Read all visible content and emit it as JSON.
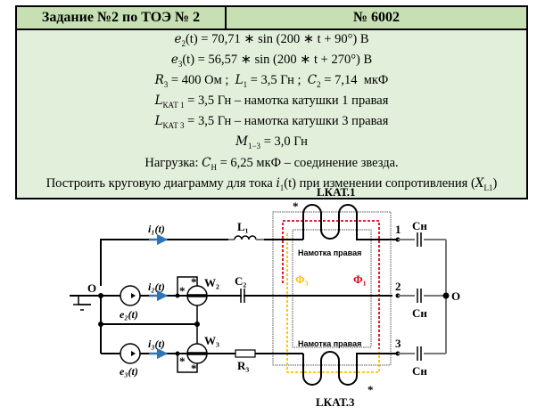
{
  "header": {
    "title": "Задание №2 по ТОЭ № 2",
    "variant": "№ 6002"
  },
  "conditions": {
    "e2": {
      "name": "e",
      "sub": "2",
      "expr": "(t) = 70,71 ∗ sin (200 ∗ t + 90°) В"
    },
    "e3": {
      "name": "e",
      "sub": "3",
      "expr": "(t) = 56,57 ∗ sin (200 ∗ t + 270°) В"
    },
    "params": {
      "r3_name": "R",
      "r3_sub": "3",
      "r3_val": " = 400 Ом ;  ",
      "l1_name": "L",
      "l1_sub": "1",
      "l1_val": " = 3,5 Гн ;  ",
      "c2_name": "C",
      "c2_sub": "2",
      "c2_val": " = 7,14  мкФ"
    },
    "lkat1": {
      "name": "L",
      "sub": "КАТ 1",
      "text": " = 3,5 Гн – намотка катушки 1 правая"
    },
    "lkat3": {
      "name": "L",
      "sub": "КАТ 3",
      "text": " = 3,5 Гн – намотка катушки 3 правая"
    },
    "m13": {
      "name": "M",
      "sub": "1−3",
      "text": " = 3,0 Гн"
    },
    "load": {
      "prefix": "Нагрузка: ",
      "name": "C",
      "sub": "Н",
      "text": " = 6,25 мкФ – соединение звезда."
    },
    "task": {
      "prefix": "Построить круговую диаграмму для тока ",
      "var": "i",
      "var_sub": "1",
      "mid": "(t) при изменении сопротивления (",
      "x": "X",
      "x_sub": "L1",
      "end": ")"
    }
  },
  "diagram": {
    "labels": {
      "i1": "i₁(t)",
      "i2": "i₂(t)",
      "i3": "i₃(t)",
      "e2": "e₂(t)",
      "e3": "e₃(t)",
      "L1": "L₁",
      "C2": "C₂",
      "R3": "R₃",
      "W2": "W₂",
      "W3": "W₃",
      "O_left": "O",
      "O_right": "O",
      "node1": "1",
      "node2": "2",
      "node3": "3",
      "cn1": "Cн",
      "cn2": "Cн",
      "cn3": "Cн",
      "lkat1": "LКАТ.1",
      "lkat3": "LКАТ.3",
      "winding1": "Намотка правая",
      "winding3": "Намотка правая",
      "phi3": "Φ₃",
      "phi1": "Φ₁",
      "star": "*"
    },
    "colors": {
      "current_arrow": "#2e75b6",
      "flux1": "#e0001b",
      "flux3": "#ffc000",
      "header_bg": "#c6e0b4",
      "body_bg": "#e2efda"
    }
  }
}
